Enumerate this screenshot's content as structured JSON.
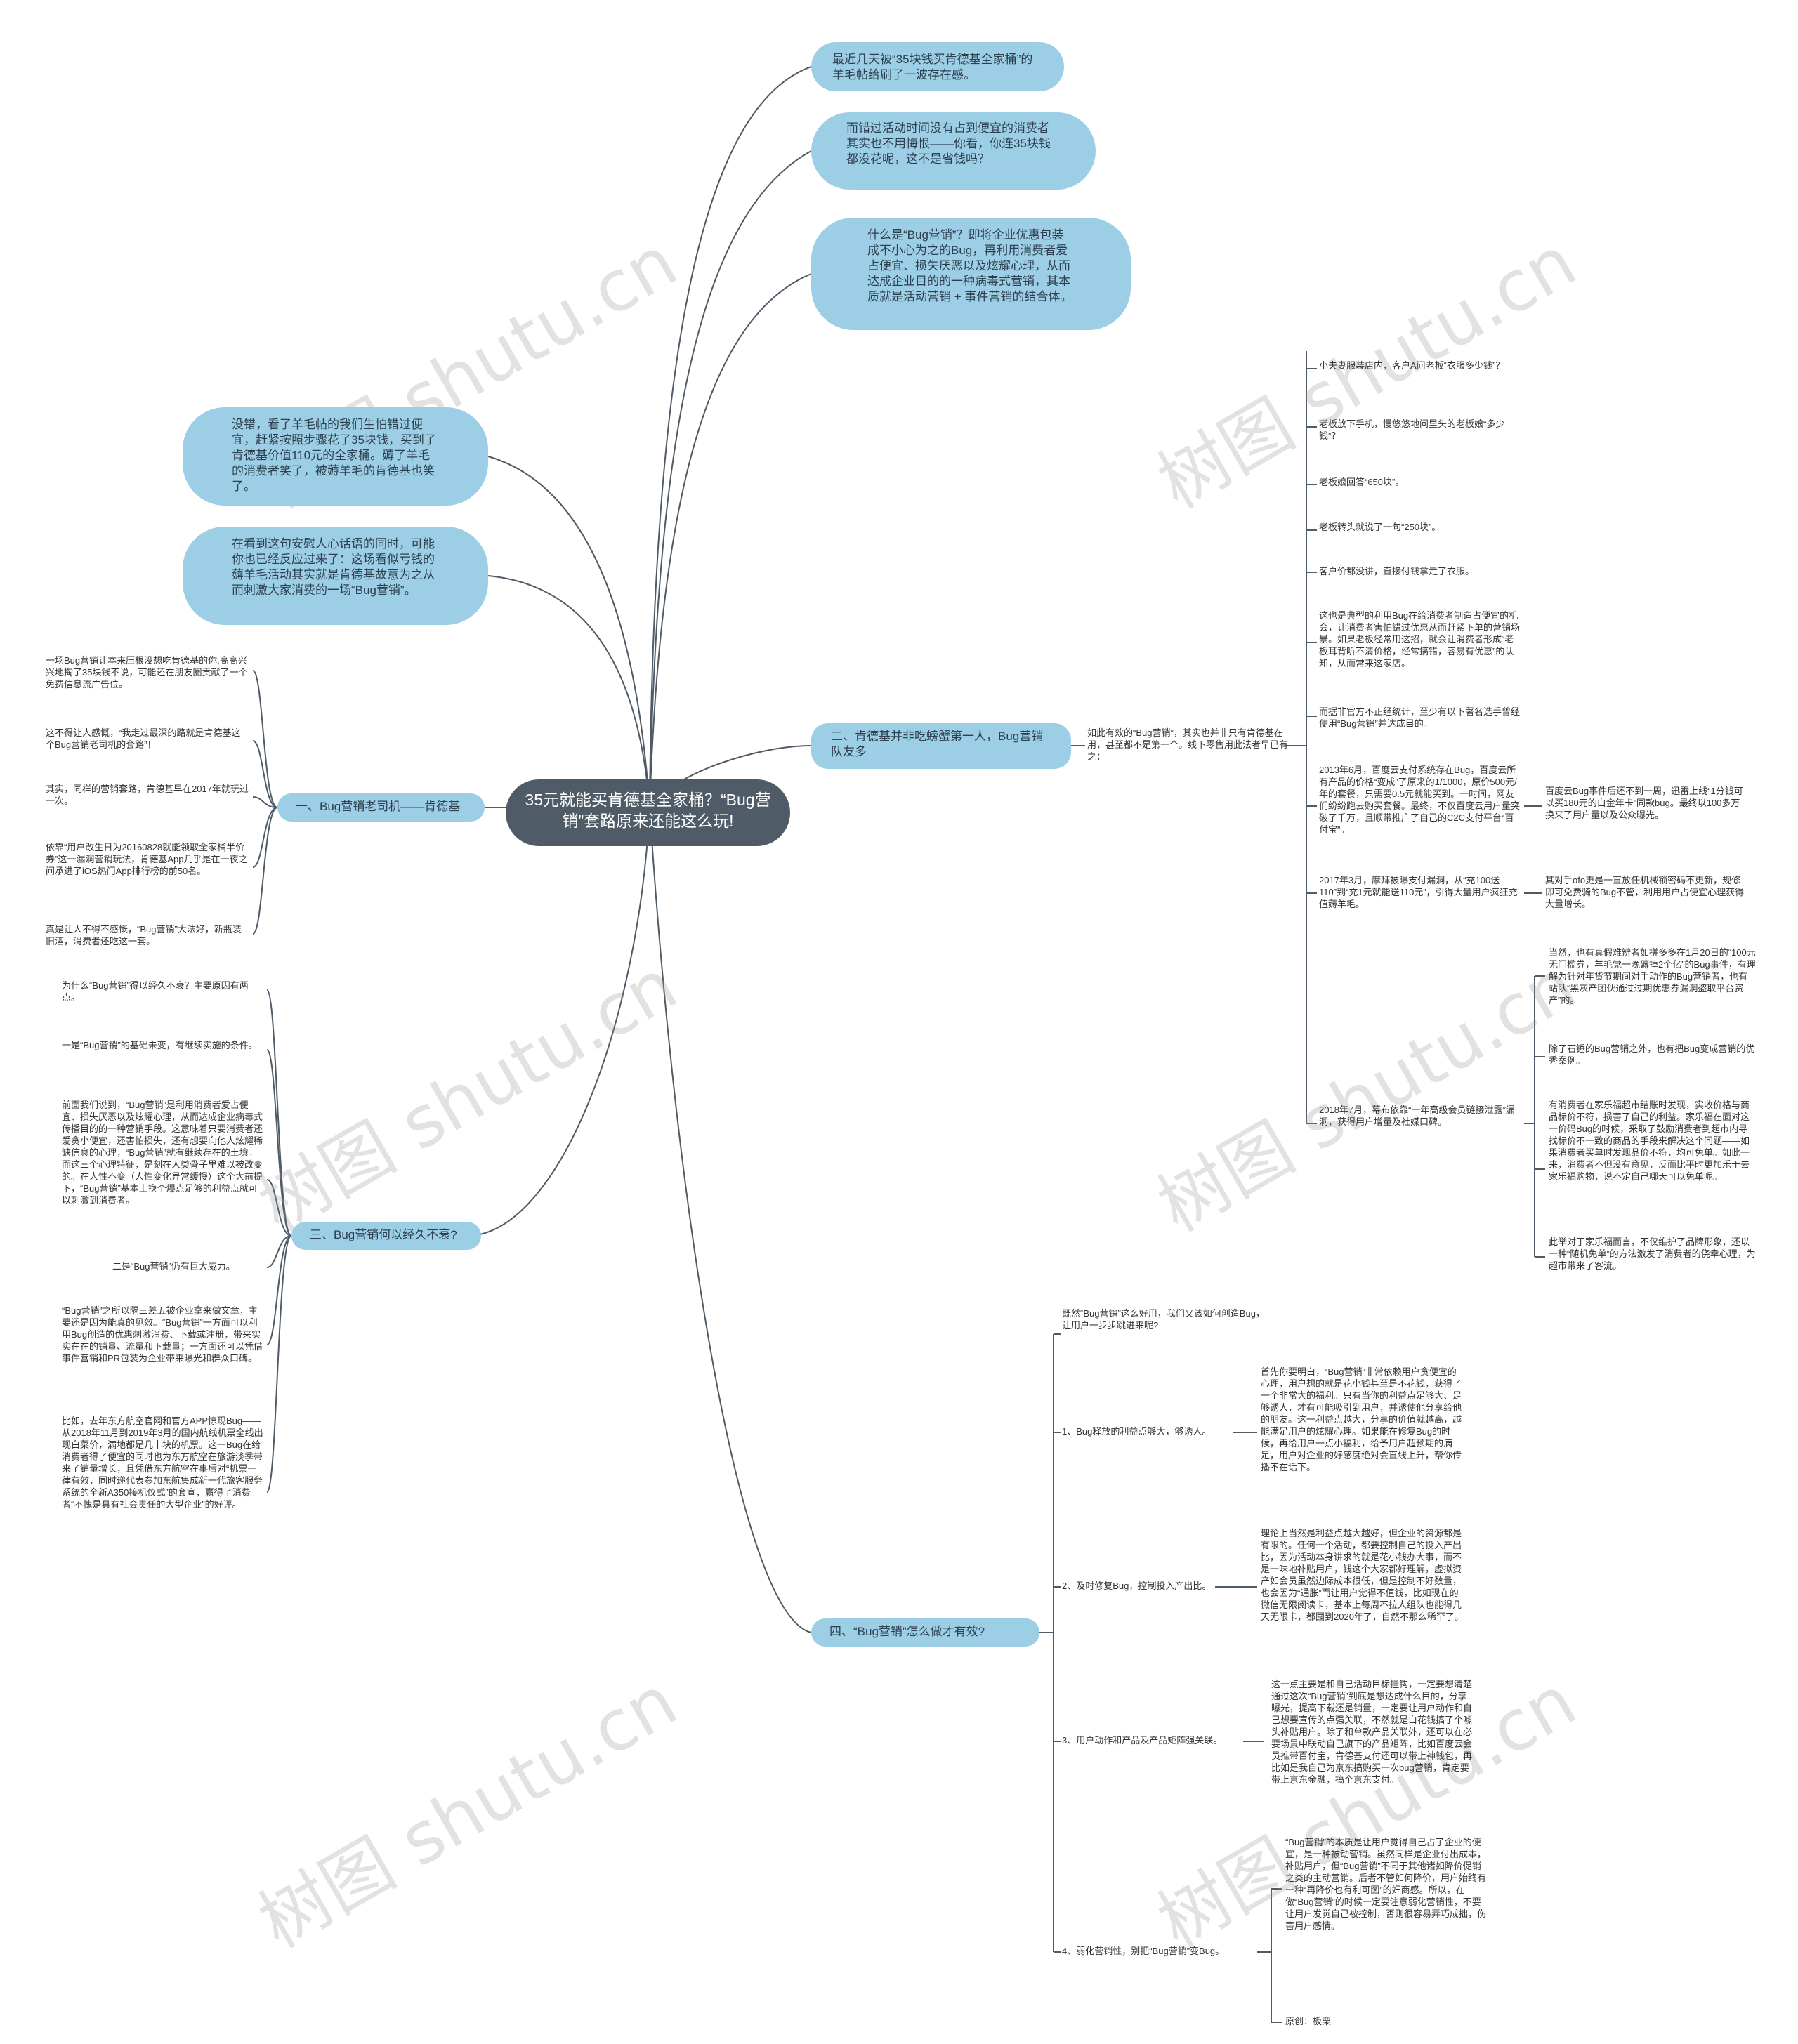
{
  "center": "35元就能买肯德基全家桶？“Bug营销”套路原来还能这么玩!",
  "top_bubbles": [
    "最近几天被“35块钱买肯德基全家桶”的羊毛帖给刷了一波存在感。",
    "而错过活动时间没有占到便宜的消费者其实也不用悔恨——你看，你连35块钱都没花呢，这不是省钱吗？",
    "什么是“Bug营销”？即将企业优惠包装成不小心为之的Bug，再利用消费者爱占便宜、损失厌恶以及炫耀心理，从而达成企业目的的一种病毒式营销，其本质就是活动营销 + 事件营销的结合体。"
  ],
  "left_bubbles": [
    "没错，看了羊毛帖的我们生怕错过便宜，赶紧按照步骤花了35块钱，买到了肯德基价值110元的全家桶。薅了羊毛的消费者笑了，被薅羊毛的肯德基也笑了。",
    "在看到这句安慰人心话语的同时，可能你也已经反应过来了：这场看似亏钱的薅羊毛活动其实就是肯德基故意为之从而刺激大家消费的一场“Bug营销”。"
  ],
  "branch1": {
    "label": "一、Bug营销老司机——肯德基",
    "leaves": [
      "一场Bug营销让本来压根没想吃肯德基的你,高高兴兴地掏了35块钱不说，可能还在朋友圈贡献了一个免费信息流广告位。",
      "这不得让人感慨，“我走过最深的路就是肯德基这个Bug营销老司机的套路”！",
      "其实，同样的营销套路，肯德基早在2017年就玩过一次。",
      "依靠“用户改生日为20160828就能领取全家桶半价券”这一漏洞营销玩法，肯德基App几乎是在一夜之间承进了iOS热门App排行榜的前50名。",
      "真是让人不得不感慨，“Bug营销”大法好，新瓶装旧酒，消费者还吃这一套。"
    ]
  },
  "branch3": {
    "label": "三、Bug营销何以经久不衰?",
    "leaves": [
      "为什么“Bug营销”得以经久不衰？主要原因有两点。",
      "一是“Bug营销”的基础未变，有继续实施的条件。",
      "前面我们说到，“Bug营销”是利用消费者爱占便宜、损失厌恶以及炫耀心理，从而达成企业病毒式传播目的的一种营销手段。这意味着只要消费者还爱贪小便宜，还害怕损失，还有想要向他人炫耀稀缺信息的心理，“Bug营销”就有继续存在的土壤。而这三个心理特征，是刻在人类骨子里难以被改变的。在人性不变（人性变化异常缓慢）这个大前提下，“Bug营销”基本上换个爆点足够的利益点就可以刺激到消费者。",
      "二是“Bug营销”仍有巨大威力。",
      "“Bug营销”之所以隔三差五被企业拿来做文章，主要还是因为能真的见效。“Bug营销”一方面可以利用Bug创造的优惠刺激消费、下载或注册，带来实实在在的销量、流量和下载量；一方面还可以凭借事件营销和PR包装为企业带来曝光和群众口碑。",
      "比如，去年东方航空官网和官方APP惊现Bug——从2018年11月到2019年3月的国内航线机票全线出现白菜价，满地都是几十块的机票。这一Bug在给消费者得了便宜的同时也为东方航空在旅游淡季带来了销量增长，且凭借东方航空在事后对“机票一律有效，同时递代表参加东航集成新一代旅客服务系统的全新A350接机仪式”的套宣，赢得了消费者“不愧是具有社会责任的大型企业”的好评。"
    ]
  },
  "branch2": {
    "label": "二、肯德基并非吃螃蟹第一人，Bug营销队友多",
    "intro": "如此有效的“Bug营销”，其实也并非只有肯德基在用，甚至都不是第一个。线下零售用此法者早已有之：",
    "leaves": [
      "小夫妻服装店内，客户A问老板“衣服多少钱”？",
      "老板放下手机，慢悠悠地问里头的老板娘“多少钱”？",
      "老板娘回答“650块”。",
      "老板转头就说了一句“250块”。",
      "客户价都没讲，直接付钱拿走了衣服。",
      "这也是典型的利用Bug在给消费者制造占便宜的机会，让消费者害怕错过优惠从而赶紧下单的营销场景。如果老板经常用这招，就会让消费者形成“老板耳背听不清价格，经常搞错，容易有优惠”的认知，从而常来这家店。",
      "而据非官方不正经统计，至少有以下著名选手曾经使用“Bug营销”并达成目的。",
      "2013年6月，百度云支付系统存在Bug，百度云所有产品的价格“变成”了原来的1/1000，原价500元/年的套餐，只需要0.5元就能买到。一时间，网友们纷纷跑去购买套餐。最终，不仅百度云用户量突破了千万，且顺带推广了自己的C2C支付平台“百付宝”。",
      "2017年3月，摩拜被曝支付漏洞，从“充100送110”到“充1元就能送110元”，引得大量用户疯狂充值薅羊毛。",
      "2018年7月，幕布依靠“一年高级会员链接泄露”漏洞，获得用户增量及社媒口碑。"
    ],
    "sub_baidu": "百度云Bug事件后还不到一周，迅雷上线“1分钱可以买180元的白金年卡”同款bug。最终以100多万换来了用户量以及公众曝光。",
    "sub_mobike": "其对手ofo更是一直放任机械锁密码不更新，规修即可免费骑的Bug不管，利用用户占便宜心理获得大量增长。",
    "sub_mubu": [
      "当然，也有真假难辨者如拼多多在1月20日的“100元无门槛券，羊毛党一晚薅掉2个亿”的Bug事件，有理解为针对年货节期间对手动作的Bug营销者，也有站队“黑灰产团伙通过过期优惠券漏洞盗取平台资产”的。",
      "除了石锤的Bug营销之外，也有把Bug变成营销的优秀案例。",
      "有消费者在家乐福超市结账时发现，实收价格与商品标价不符，损害了自己的利益。家乐福在面对这一价码Bug的时候，采取了鼓励消费者到超市内寻找标价不一致的商品的手段来解决这个问题——如果消费者买单时发现品价不符，均可免单。如此一来，消费者不但没有意见，反而比平时更加乐于去家乐福购物，说不定自己哪天可以免单呢。",
      "此举对于家乐福而言，不仅维护了品牌形象，还以一种“随机免单”的方法激发了消费者的侥幸心理，为超市带来了客流。"
    ]
  },
  "branch4": {
    "label": "四、“Bug营销”怎么做才有效?",
    "intro": "既然“Bug营销”这么好用，我们又该如何创造Bug，让用户一步步跳进来呢?",
    "items": [
      {
        "title": "1、Bug释放的利益点够大，够诱人。",
        "text": "首先你要明白，“Bug营销”非常依赖用户贪便宜的心理，用户想的就是花小钱甚至是不花钱，获得了一个非常大的福利。只有当你的利益点足够大、足够诱人，才有可能吸引到用户，并诱使他分享给他的朋友。这一利益点越大，分享的价值就越高，越能满足用户的炫耀心理。如果能在修复Bug的时候，再给用户一点小福利，给予用户超预期的满足，用户对企业的好感度绝对会直线上升，帮你传播不在话下。"
      },
      {
        "title": "2、及时修复Bug，控制投入产出比。",
        "text": "理论上当然是利益点越大越好，但企业的资源都是有限的。任何一个活动，都要控制自己的投入产出比，因为活动本身讲求的就是花小钱办大事，而不是一味地补贴用户，钱这个大家都好理解，虚拟资产如会员虽然边际成本很低，但是控制不好数量，也会因为“通胀”而让用户觉得不值钱，比如现在的微信无限阅读卡，基本上每周不拉人组队也能得几天无限卡，都囤到2020年了，自然不那么稀罕了。"
      },
      {
        "title": "3、用户动作和产品及产品矩阵强关联。",
        "text": "这一点主要是和自己活动目标挂钩，一定要想清楚通过这次“Bug营销”到底是想达成什么目的，分享曝光，提高下载还是销量，一定要让用户动作和自己想要宣传的点强关联，不然就是白花钱搞了个噱头补贴用户。除了和单款产品关联外，还可以在必要场景中联动自己旗下的产品矩阵，比如百度云会员推带百付宝，肯德基支付还可以带上神钱包，再比如是我自己为京东搞购买一次bug营销，肯定要带上京东金融，搞个京东支付。"
      },
      {
        "title": "4、弱化营销性，别把“Bug营销”变Bug。",
        "text": "“Bug营销”的本质是让用户觉得自己占了企业的便宜，是一种被动营销。虽然同样是企业付出成本，补贴用户，但“Bug营销”不同于其他诸如降价促销之类的主动营销。后者不管如何降价，用户始终有一种“再降价也有利可图”的奸商感。所以，在做“Bug营销”的时候一定要注意弱化营销性，不要让用户发觉自己被控制，否则很容易弄巧成拙，伤害用户感情。",
        "extra": "原创：板栗"
      }
    ]
  },
  "watermark": "树图 shutu.cn",
  "colors": {
    "bubble": "#9ccfe6",
    "center": "#4f5b66",
    "line": "#4f5b66"
  }
}
